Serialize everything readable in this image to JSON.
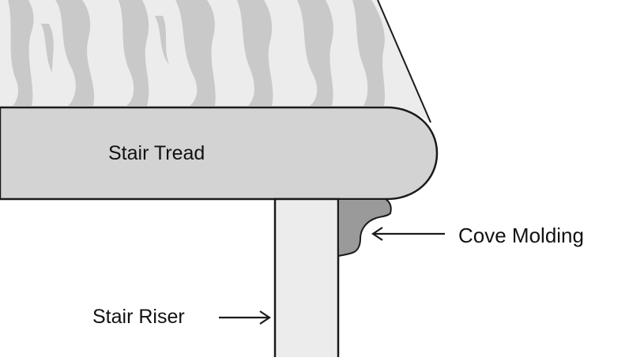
{
  "labels": {
    "tread": "Stair Tread",
    "cove": "Cove Molding",
    "riser": "Stair Riser"
  },
  "colors": {
    "tread_fill": "#d3d3d3",
    "tread_top_fill": "#ececec",
    "grain": "#c9c9c9",
    "riser_fill": "#ececec",
    "cove_fill": "#9a9a9a",
    "outline": "#1a1a1a",
    "background": "#ffffff"
  },
  "icons": {
    "cove_pointer": "arrow-left-icon",
    "riser_pointer": "arrow-right-icon"
  }
}
